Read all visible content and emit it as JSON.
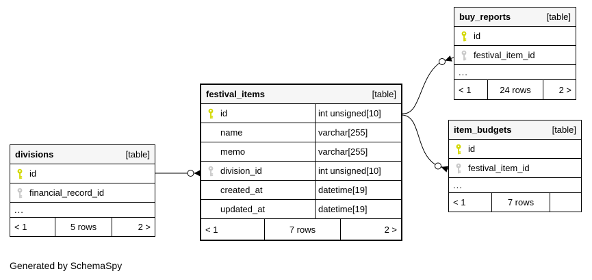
{
  "note": "Generated by SchemaSpy",
  "colors": {
    "header_bg": "#f6f6f6",
    "border": "#000000",
    "pk_key": "#d3d800",
    "fk_key": "#c9c9c9",
    "text": "#000000",
    "bg": "#ffffff"
  },
  "tables": [
    {
      "name": "divisions",
      "tag": "[table]",
      "columns": [
        {
          "icon": "primary-key-icon",
          "label": "id"
        },
        {
          "icon": "foreign-key-icon",
          "label": "financial_record_id"
        }
      ],
      "ellipsis": "...",
      "pager": {
        "prev": "< 1",
        "rows": "5 rows",
        "next": "2 >"
      }
    },
    {
      "name": "festival_items",
      "tag": "[table]",
      "columns": [
        {
          "icon": "primary-key-icon",
          "label": "id",
          "type": "int unsigned[10]"
        },
        {
          "icon": null,
          "label": "name",
          "type": "varchar[255]"
        },
        {
          "icon": null,
          "label": "memo",
          "type": "varchar[255]"
        },
        {
          "icon": "foreign-key-icon",
          "label": "division_id",
          "type": "int unsigned[10]"
        },
        {
          "icon": null,
          "label": "created_at",
          "type": "datetime[19]"
        },
        {
          "icon": null,
          "label": "updated_at",
          "type": "datetime[19]"
        }
      ],
      "pager": {
        "prev": "< 1",
        "rows": "7 rows",
        "next": "2 >"
      }
    },
    {
      "name": "buy_reports",
      "tag": "[table]",
      "columns": [
        {
          "icon": "primary-key-icon",
          "label": "id"
        },
        {
          "icon": "foreign-key-icon",
          "label": "festival_item_id"
        }
      ],
      "ellipsis": "...",
      "pager": {
        "prev": "< 1",
        "rows": "24 rows",
        "next": "2 >"
      }
    },
    {
      "name": "item_budgets",
      "tag": "[table]",
      "columns": [
        {
          "icon": "primary-key-icon",
          "label": "id"
        },
        {
          "icon": "foreign-key-icon",
          "label": "festival_item_id"
        }
      ],
      "ellipsis": "...",
      "pager": {
        "prev": "< 1",
        "rows": "7 rows",
        "next": ""
      }
    }
  ],
  "relationships": [
    {
      "parent": "divisions.id",
      "child": "festival_items.division_id"
    },
    {
      "parent": "festival_items.id",
      "child": "buy_reports.festival_item_id"
    },
    {
      "parent": "festival_items.id",
      "child": "item_budgets.festival_item_id"
    }
  ]
}
